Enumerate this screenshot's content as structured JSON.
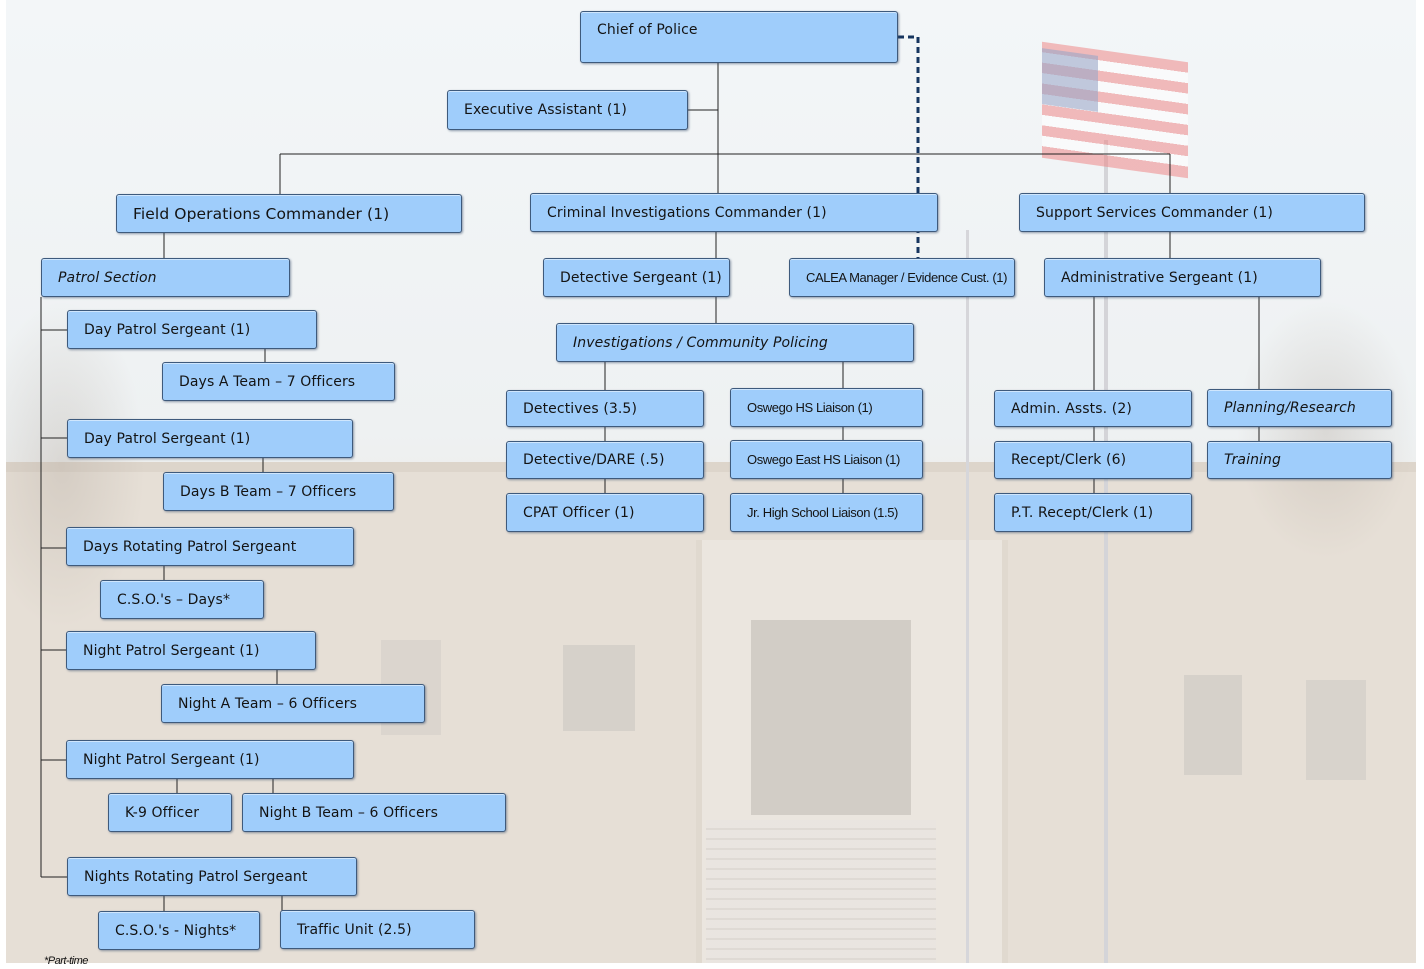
{
  "chief": "Chief of Police",
  "executive_assistant": "Executive Assistant (1)",
  "commanders": {
    "field_operations": "Field Operations Commander (1)",
    "criminal_investigations": "Criminal Investigations Commander (1)",
    "support_services": "Support Services Commander (1)"
  },
  "field_operations": {
    "section": "Patrol Section",
    "day_sergeant_1": "Day Patrol Sergeant (1)",
    "days_a_team": "Days A Team – 7 Officers",
    "day_sergeant_2": "Day Patrol Sergeant (1)",
    "days_b_team": "Days B Team – 7 Officers",
    "days_rotating_sergeant": "Days Rotating Patrol Sergeant",
    "cso_days": "C.S.O.'s – Days*",
    "night_sergeant_1": "Night Patrol Sergeant (1)",
    "night_a_team": "Night A Team – 6 Officers",
    "night_sergeant_2": "Night Patrol Sergeant (1)",
    "k9_officer": "K-9 Officer",
    "night_b_team": "Night B Team – 6 Officers",
    "nights_rotating_sergeant": "Nights Rotating Patrol Sergeant",
    "cso_nights": "C.S.O.'s - Nights*",
    "traffic_unit": "Traffic Unit (2.5)"
  },
  "investigations": {
    "detective_sergeant": "Detective Sergeant (1)",
    "calea_manager": "CALEA Manager / Evidence Cust. (1)",
    "section": "Investigations / Community Policing",
    "detectives": "Detectives (3.5)",
    "detective_dare": "Detective/DARE (.5)",
    "cpat_officer": "CPAT Officer (1)",
    "oswego_hs_liaison": "Oswego HS Liaison (1)",
    "oswego_east_hs_liaison": "Oswego East HS Liaison (1)",
    "jr_high_liaison": "Jr. High School Liaison (1.5)"
  },
  "support": {
    "admin_sergeant": "Administrative Sergeant (1)",
    "admin_assts": "Admin. Assts. (2)",
    "recept_clerk": "Recept/Clerk (6)",
    "pt_recept_clerk": "P.T. Recept/Clerk (1)",
    "planning_research": "Planning/Research",
    "training": "Training"
  },
  "footnote": "*Part-time",
  "colors": {
    "box_fill": "#9fcdfb",
    "box_border": "#3e5a7c",
    "line": "#222222",
    "dotted_line": "#16355f"
  }
}
